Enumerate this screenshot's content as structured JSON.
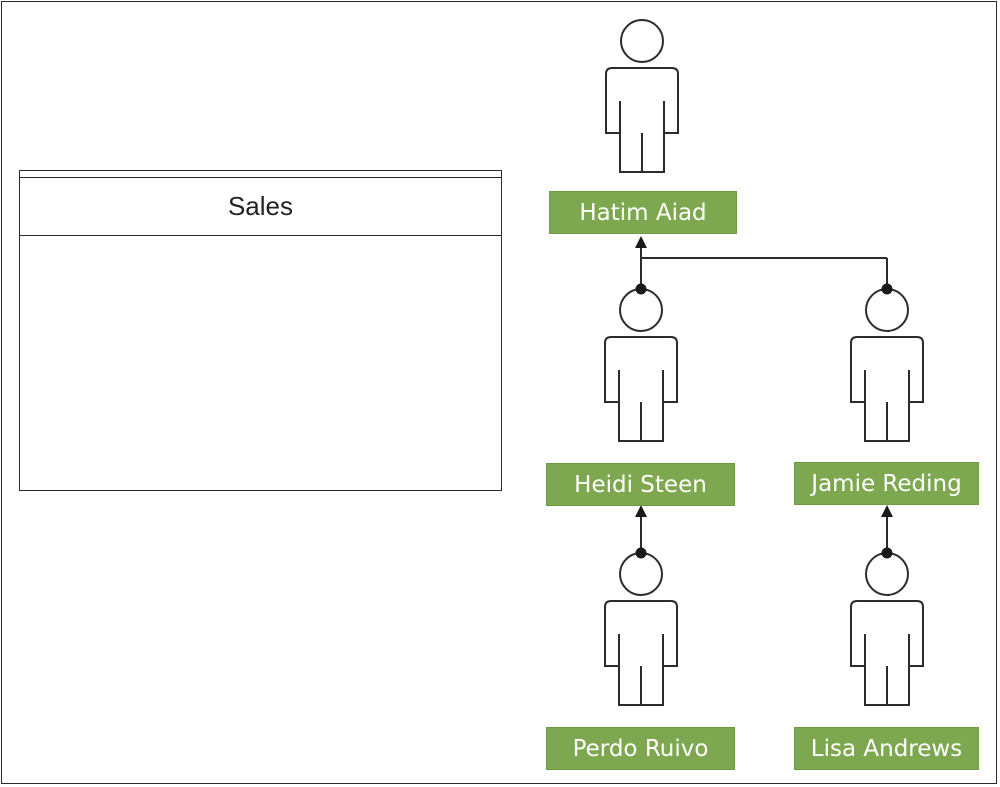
{
  "department": {
    "title": "Sales"
  },
  "people": [
    {
      "id": "hatim",
      "name": "Hatim Aiad"
    },
    {
      "id": "heidi",
      "name": "Heidi Steen"
    },
    {
      "id": "jamie",
      "name": "Jamie Reding"
    },
    {
      "id": "perdo",
      "name": "Perdo Ruivo"
    },
    {
      "id": "lisa",
      "name": "Lisa Andrews"
    }
  ],
  "colors": {
    "label_fill": "#7ea84f",
    "label_text": "#ffffff",
    "stroke": "#2b2b2b"
  },
  "icons": {
    "person": "person-icon"
  }
}
